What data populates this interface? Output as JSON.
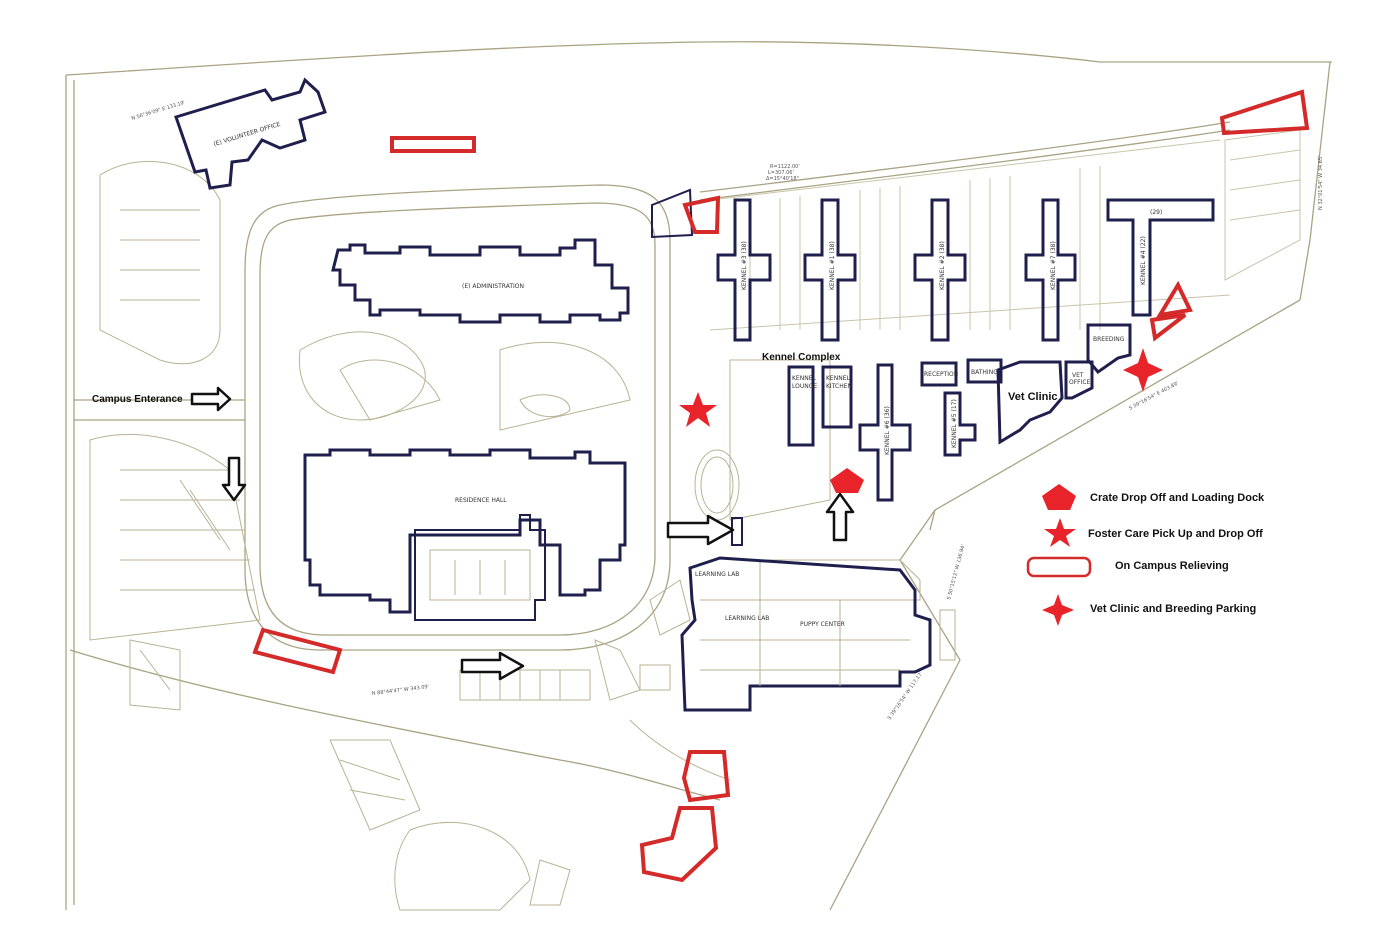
{
  "buildings": {
    "volunteer_office": "(E) VOLUNTEER OFFICE",
    "administration": "(E) ADMINISTRATION",
    "residence_hall": "RESIDENCE HALL",
    "puppy_center": "PUPPY CENTER",
    "learning_lab_1": "LEARNING LAB",
    "learning_lab_2": "LEARNING LAB",
    "kennel_3": "KENNEL #3 (38)",
    "kennel_1": "KENNEL #1 (38)",
    "kennel_2": "KENNEL #2 (38)",
    "kennel_7": "KENNEL #7 (38)",
    "kennel_4": "KENNEL #4 (22)",
    "kennel_29": "(29)",
    "kennel_6": "KENNEL #6 (36)",
    "kennel_5": "KENNEL #5 (17)",
    "kennel_lounge": "KENNEL LOUNGE",
    "kennel_kitchen": "KENNEL KITCHEN",
    "reception": "RECEPTION",
    "bathing": "BATHING",
    "breeding": "BREEDING",
    "vet_office": "VET OFFICE"
  },
  "labels": {
    "kennel_complex": "Kennel Complex",
    "vet_clinic": "Vet Clinic",
    "campus_entrance": "Campus Enterance"
  },
  "survey_notes": {
    "north_curve_1": "R=1122.00'",
    "north_curve_2": "L=307.06'",
    "north_curve_3": "Δ=15°40'18\"",
    "bearing_nw": "N 56°36'09\" E 133.19'",
    "bearing_ne": "N 32°01'54\" W 34.65'",
    "bearing_e1": "S 39°16'54\" E 403.89'",
    "bearing_e2": "S 39°16'54\" W 117.17'",
    "bearing_se": "S 50°15'12\" W 136.94'",
    "bearing_s": "N 88°44'47\" W 343.09'"
  },
  "legend": {
    "items": [
      {
        "icon": "pentagon-icon",
        "label": "Crate Drop Off and Loading Dock"
      },
      {
        "icon": "star-icon",
        "label": "Foster Care Pick Up and Drop Off"
      },
      {
        "icon": "rounded-rectangle-icon",
        "label": "On Campus Relieving"
      },
      {
        "icon": "four-point-star-icon",
        "label": "Vet Clinic and Breeding Parking"
      }
    ]
  },
  "colors": {
    "building_outline": "#1f1f4e",
    "relief_area": "#d42a2a",
    "marker": "#e8232a",
    "site_lines": "#a9a384"
  }
}
